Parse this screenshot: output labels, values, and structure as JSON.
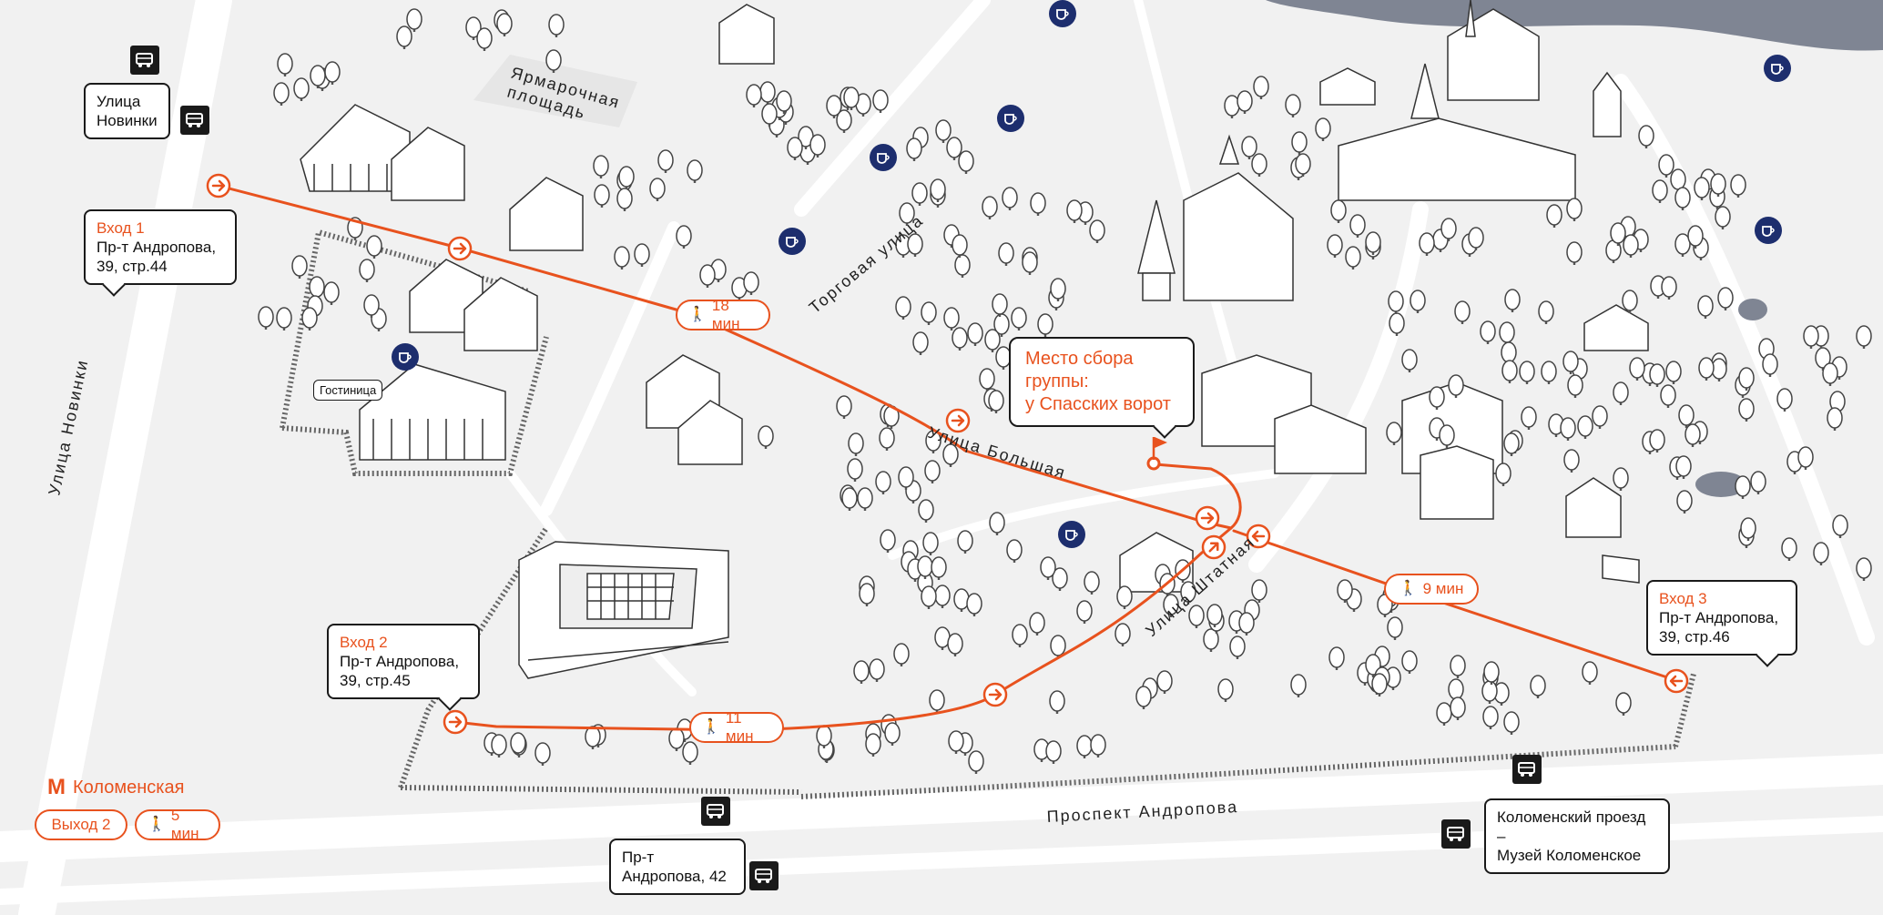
{
  "entrances": {
    "entrance_1": {
      "title": "Вход 1",
      "line1": "Пр-т Андропова,",
      "line2": "39, стр.44"
    },
    "entrance_2": {
      "title": "Вход 2",
      "line1": "Пр-т Андропова,",
      "line2": "39, стр.45"
    },
    "entrance_3": {
      "title": "Вход 3",
      "line1": "Пр-т Андропова,",
      "line2": "39, стр.46"
    }
  },
  "meeting_point": {
    "line1": "Место сбора",
    "line2": "группы:",
    "line3": "у Спасских ворот"
  },
  "walk_times": {
    "route_1": "18 мин",
    "route_2": "11 мин",
    "route_3": "9 мин",
    "metro": "5 мин"
  },
  "bus_stops": {
    "novinki": {
      "line1": "Улица",
      "line2": "Новинки"
    },
    "andropova_42": {
      "line1": "Пр-т",
      "line2": "Андропова, 42"
    },
    "kolomensky": {
      "line1": "Коломенский проезд –",
      "line2": "Музей Коломенское"
    }
  },
  "metro": {
    "station": "Коломенская",
    "exit": "Выход 2",
    "icon": "metro-icon"
  },
  "hotel": "Гостиница",
  "streets": {
    "novinki": "Улица Новинки",
    "yarmarochnaya_1": "Ярмарочная",
    "yarmarochnaya_2": "площадь",
    "torgovaya": "Торговая улица",
    "bolshaya": "Улица Большая",
    "shtatnaya": "Улица Штатная",
    "andropova": "Проспект Андропова"
  },
  "colors": {
    "route": "#e8521e",
    "cafe": "#1d2e6e",
    "bus": "#1a1a1a",
    "water": "#7f8593"
  },
  "icons": {
    "cafe": "coffee-cup-icon",
    "bus": "bus-icon",
    "walk": "walking-person-icon",
    "flag": "flag-icon",
    "arrow": "route-arrow-icon"
  }
}
